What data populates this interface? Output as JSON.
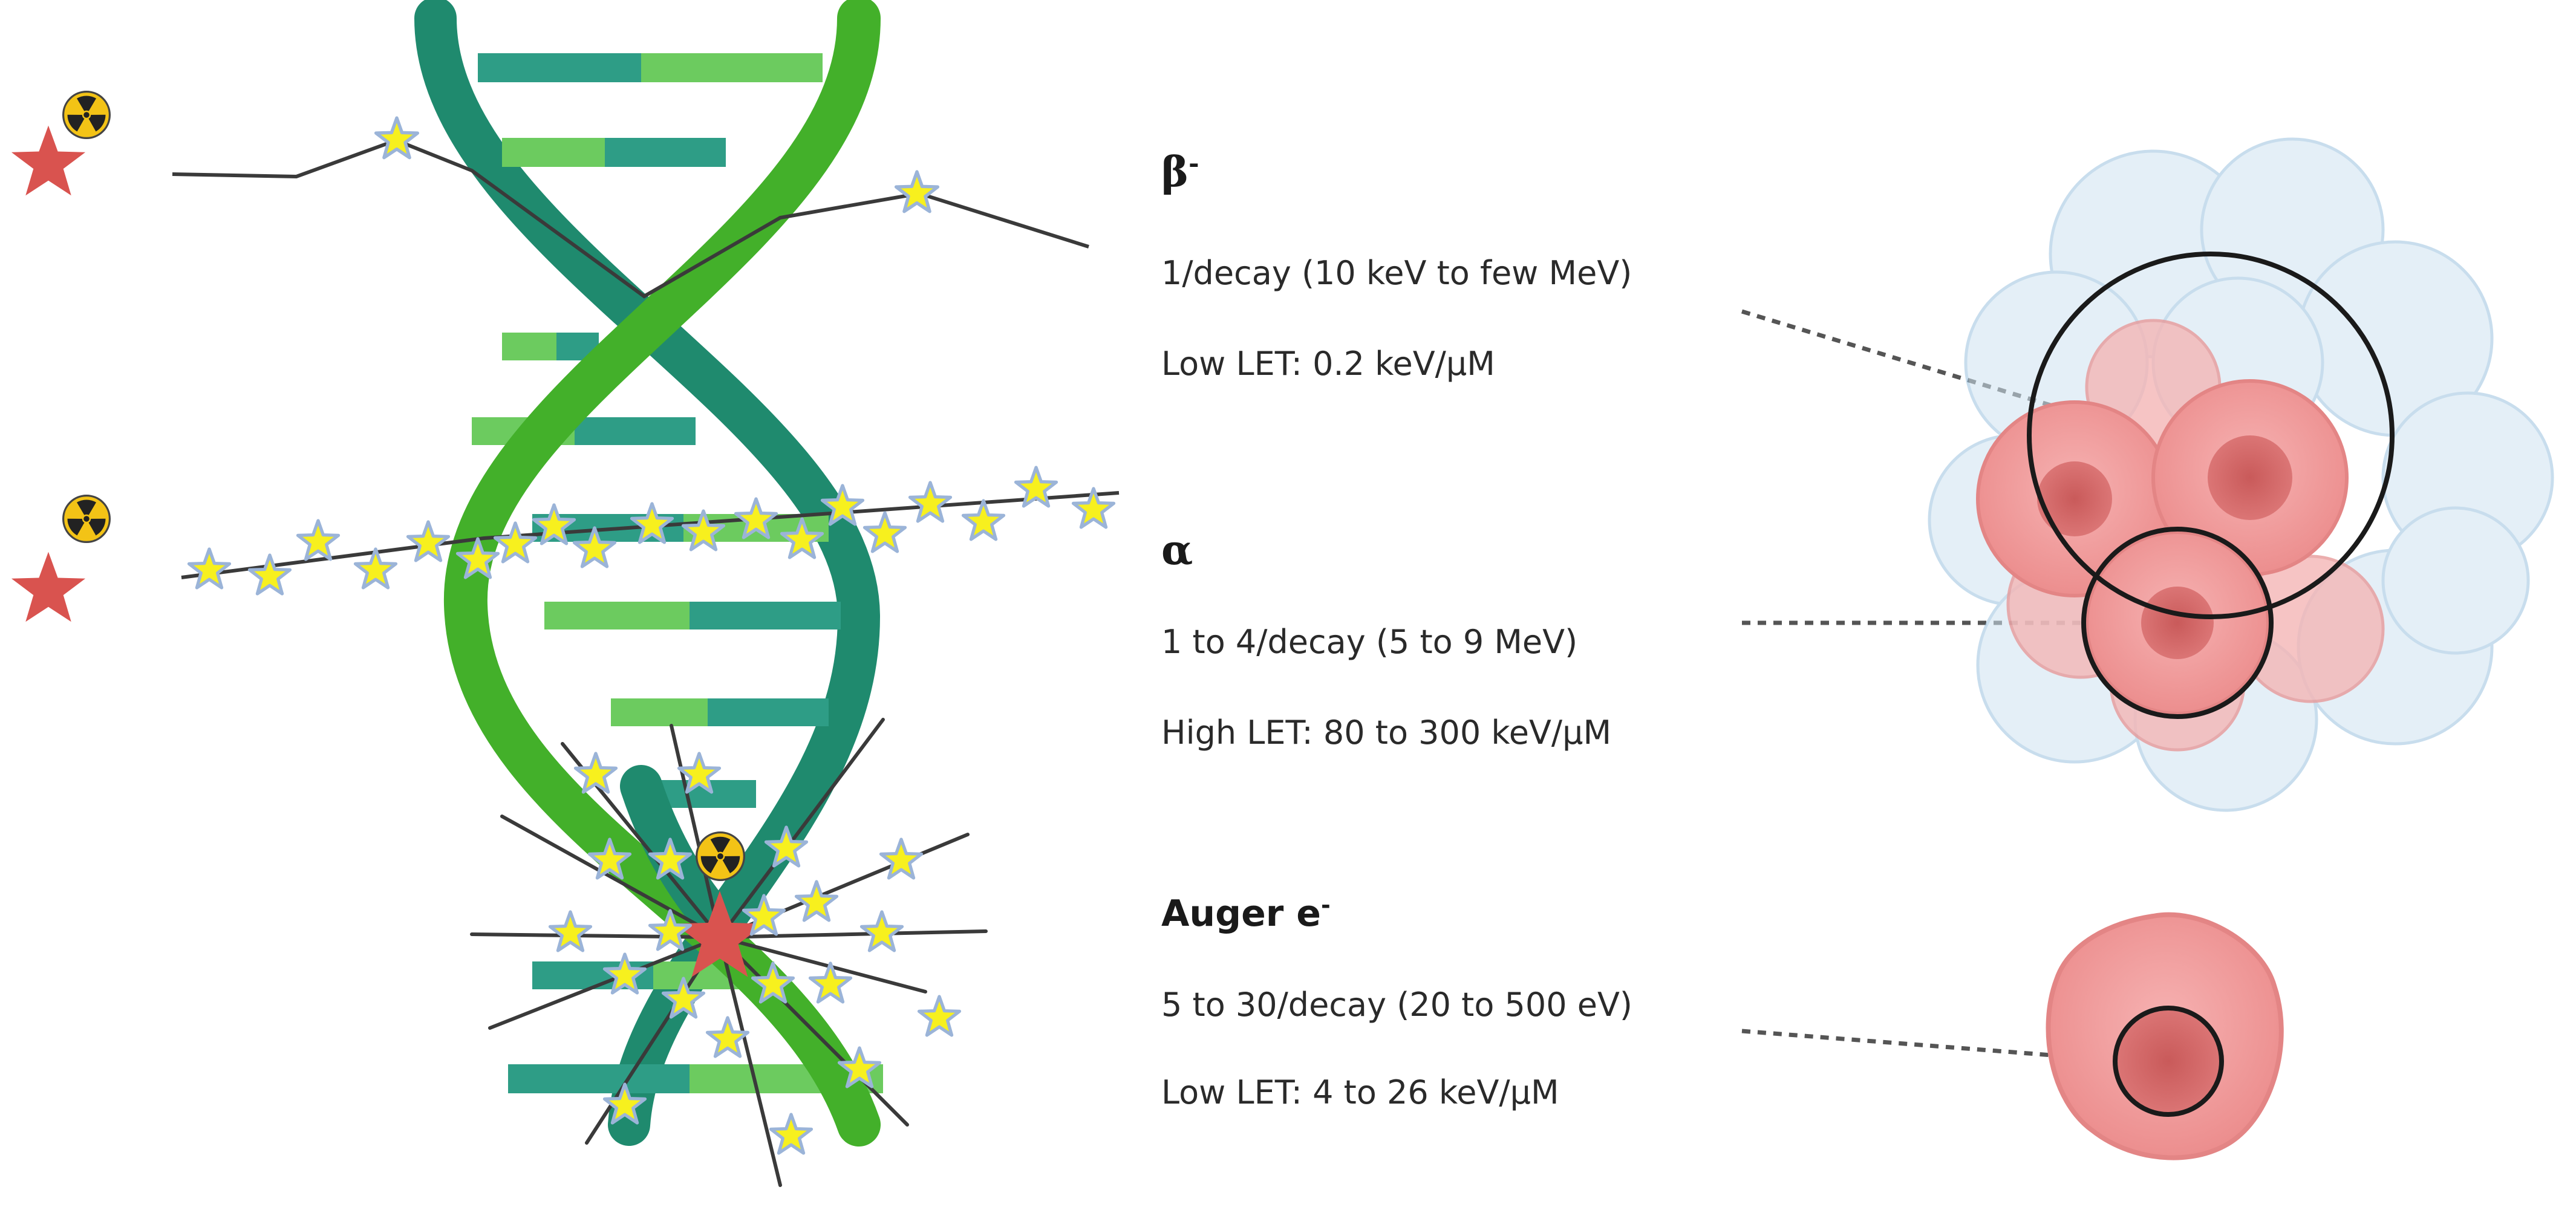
{
  "emitters": [
    {
      "id": "beta",
      "particle_symbol": "β",
      "particle_charge": "-",
      "yield": "1/decay (10 keV to few MeV)",
      "let": "Low LET: 0.2 keV/μM"
    },
    {
      "id": "alpha",
      "particle_symbol": "α",
      "particle_charge": "",
      "yield": "1 to 4/decay (5 to 9 MeV)",
      "let": "High LET: 80 to 300 keV/μM"
    },
    {
      "id": "auger",
      "particle_symbol": "Auger e",
      "particle_charge": "-",
      "yield": "5 to 30/decay (20 to 500 eV)",
      "let": "Low LET: 4 to 26 keV/μM"
    }
  ],
  "colors": {
    "helix_dark": "#1f8a6e",
    "helix_light": "#43b02a",
    "rung_light": "#6ccb5f",
    "rung_dark": "#2e9d86",
    "carrier_star": "#d9534f",
    "ionization_star": "#f7f01e",
    "ionization_star_edge": "#9bb4d8",
    "cancer_cell": "#f2a0a0",
    "cancer_nucleus": "#d46a6a",
    "normal_cell": "#b9d8ea",
    "range_circle": "#1a1a1a"
  },
  "icons": [
    "radiation-trefoil-icon",
    "carrier-star-icon",
    "ionization-star-icon"
  ]
}
